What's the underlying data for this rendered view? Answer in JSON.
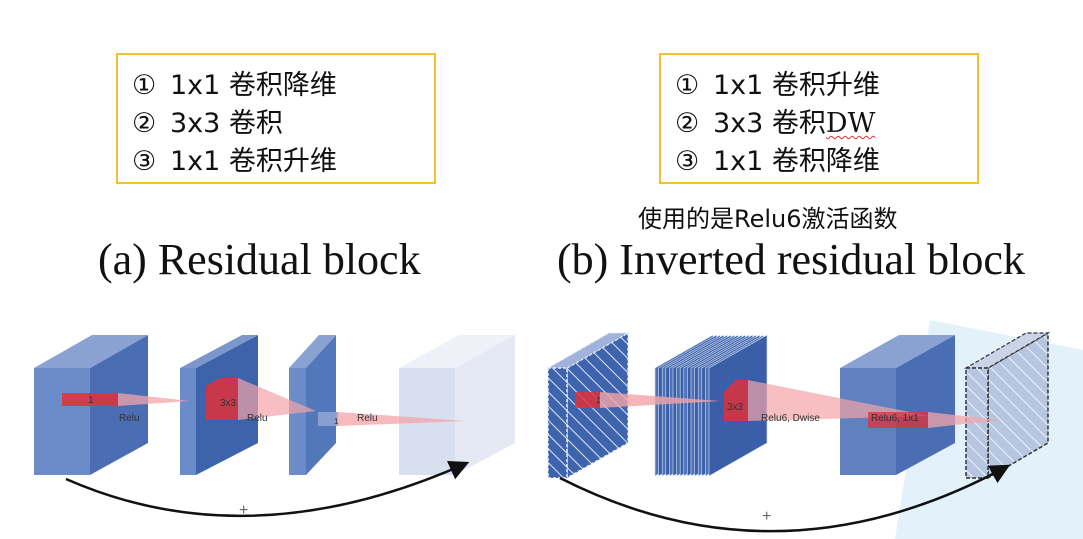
{
  "left_box": {
    "lines": [
      {
        "num": "①",
        "text": "1x1 卷积降维"
      },
      {
        "num": "②",
        "text": "3x3 卷积"
      },
      {
        "num": "③",
        "text": "1x1 卷积升维"
      }
    ]
  },
  "right_box": {
    "lines": [
      {
        "num": "①",
        "text": "1x1 卷积升维"
      },
      {
        "num": "②",
        "text": "3x3 卷积",
        "suffix": "DW"
      },
      {
        "num": "③",
        "text": "1x1 卷积降维"
      }
    ]
  },
  "note": "使用的是Relu6激活函数",
  "titles": {
    "left": "(a) Residual block",
    "right": "(b) Inverted residual block"
  },
  "diagram": {
    "left_labels": {
      "relu1": "Relu",
      "conv3": "3x3",
      "relu2": "Relu",
      "relu3": "Relu",
      "k1a": "1",
      "k1b": "1"
    },
    "right_labels": {
      "k1": "1",
      "conv3": "3x3",
      "relu6_dwise": "Relu6, Dwise",
      "relu6_1x1": "Relu6, 1x1"
    },
    "plus": "+",
    "colors": {
      "block": "#6a8bc6",
      "block_dark": "#3e63ad",
      "faded": "#d6deee",
      "red": "#e0303a",
      "box_border": "#f2c12e"
    }
  }
}
